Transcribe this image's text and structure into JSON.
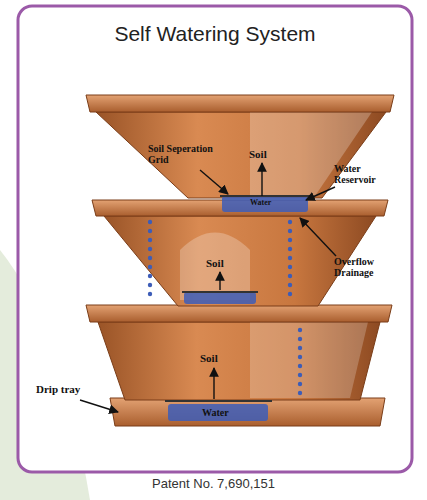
{
  "diagram": {
    "title": "Self Watering System",
    "caption": "Patent No. 7,690,151",
    "labels": [
      "Soil Seperation Grid",
      "Soil",
      "Water Reservoir",
      "Water",
      "Overflow Drainage",
      "Soil",
      "Soil",
      "Drip tray",
      "Water"
    ]
  }
}
